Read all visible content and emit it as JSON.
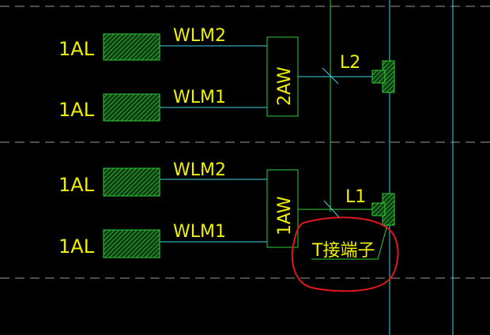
{
  "colors": {
    "background": "#000000",
    "wire_cyan": "#3fd5e8",
    "panel_green": "#2ecf3a",
    "text_yellow": "#f0f000",
    "dashed_gray": "#9a9a9a",
    "annotation_red": "#e01818"
  },
  "panels": {
    "row1": "1AL",
    "row2": "1AL",
    "row3": "1AL",
    "row4": "1AL"
  },
  "circuits": {
    "row1": "WLM2",
    "row2": "WLM1",
    "row3": "WLM2",
    "row4": "WLM1"
  },
  "boxes": {
    "upper": "2AW",
    "lower": "1AW"
  },
  "lines": {
    "upper": "L2",
    "lower": "L1"
  },
  "annotation": {
    "text": "T接端子"
  }
}
